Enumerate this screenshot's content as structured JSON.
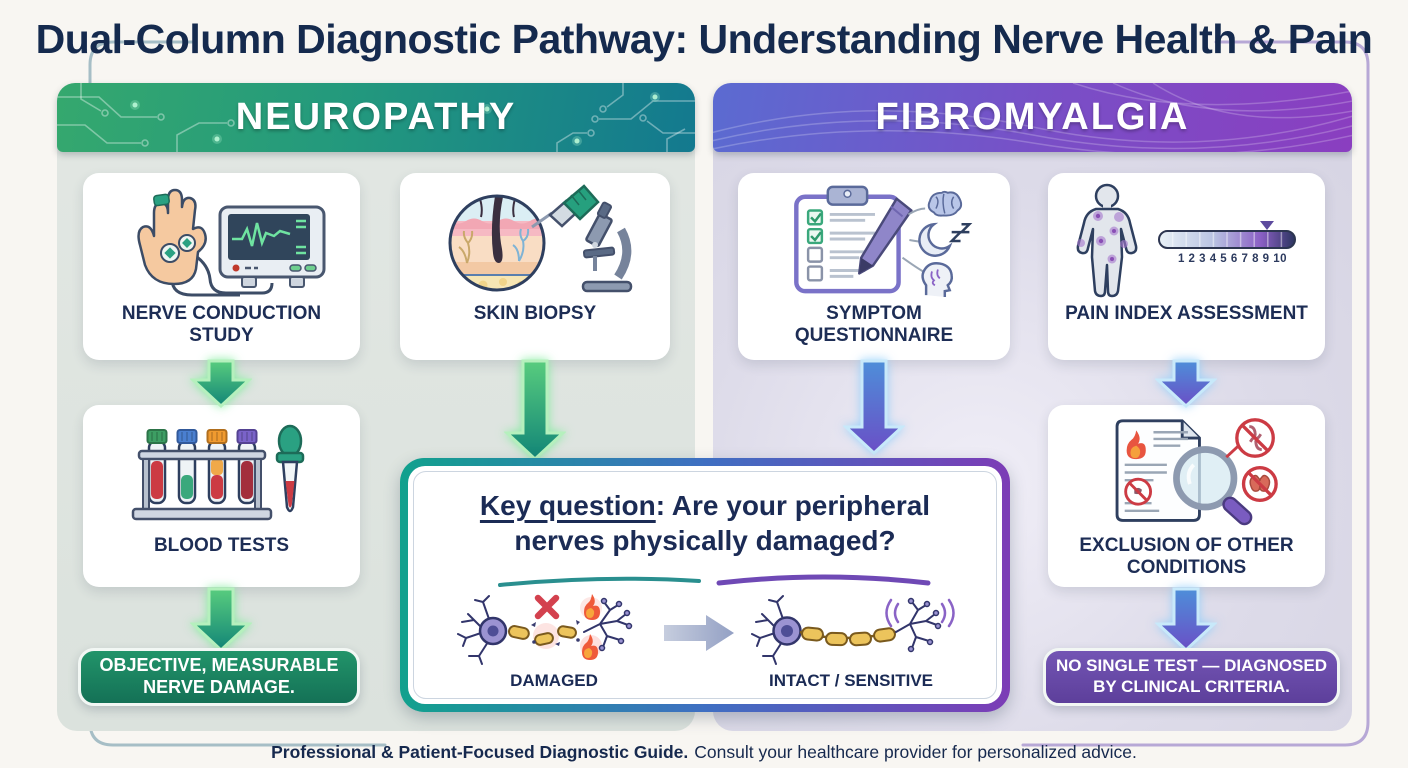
{
  "title": "Dual-Column Diagnostic Pathway: Understanding Nerve Health & Pain",
  "columns": {
    "neuropathy": {
      "header": "NEUROPATHY",
      "accent_color": "#1f8a5e",
      "cards": [
        {
          "label": "NERVE CONDUCTION STUDY",
          "icon": "hand-ecg-monitor-icon"
        },
        {
          "label": "SKIN BIOPSY",
          "icon": "skin-biopsy-microscope-icon"
        },
        {
          "label": "BLOOD TESTS",
          "icon": "blood-test-tubes-icon"
        }
      ],
      "outcome": "OBJECTIVE, MEASURABLE NERVE DAMAGE."
    },
    "fibromyalgia": {
      "header": "FIBROMYALGIA",
      "accent_color": "#6b4ba6",
      "cards": [
        {
          "label": "SYMPTOM QUESTIONNAIRE",
          "icon": "clipboard-checklist-icon"
        },
        {
          "label": "PAIN INDEX ASSESSMENT",
          "icon": "body-pain-scale-icon",
          "scale_label": "1 2 3 4 5 6 7 8 9 10"
        },
        {
          "label": "EXCLUSION OF OTHER CONDITIONS",
          "icon": "document-magnifier-icon"
        }
      ],
      "outcome": "NO SINGLE TEST — DIAGNOSED BY CLINICAL CRITERIA."
    }
  },
  "key_question": {
    "lead": "Key question",
    "rest": ": Are your peripheral nerves physically damaged?",
    "damaged_label": "DAMAGED",
    "intact_label": "INTACT / SENSITIVE"
  },
  "footer": {
    "bold": "Professional & Patient-Focused Diagnostic Guide.",
    "regular": "Consult your healthcare provider for personalized advice."
  },
  "colors": {
    "banner_green": "#1e8a60",
    "banner_purple": "#6a4aa5",
    "title_navy": "#152a4e"
  }
}
